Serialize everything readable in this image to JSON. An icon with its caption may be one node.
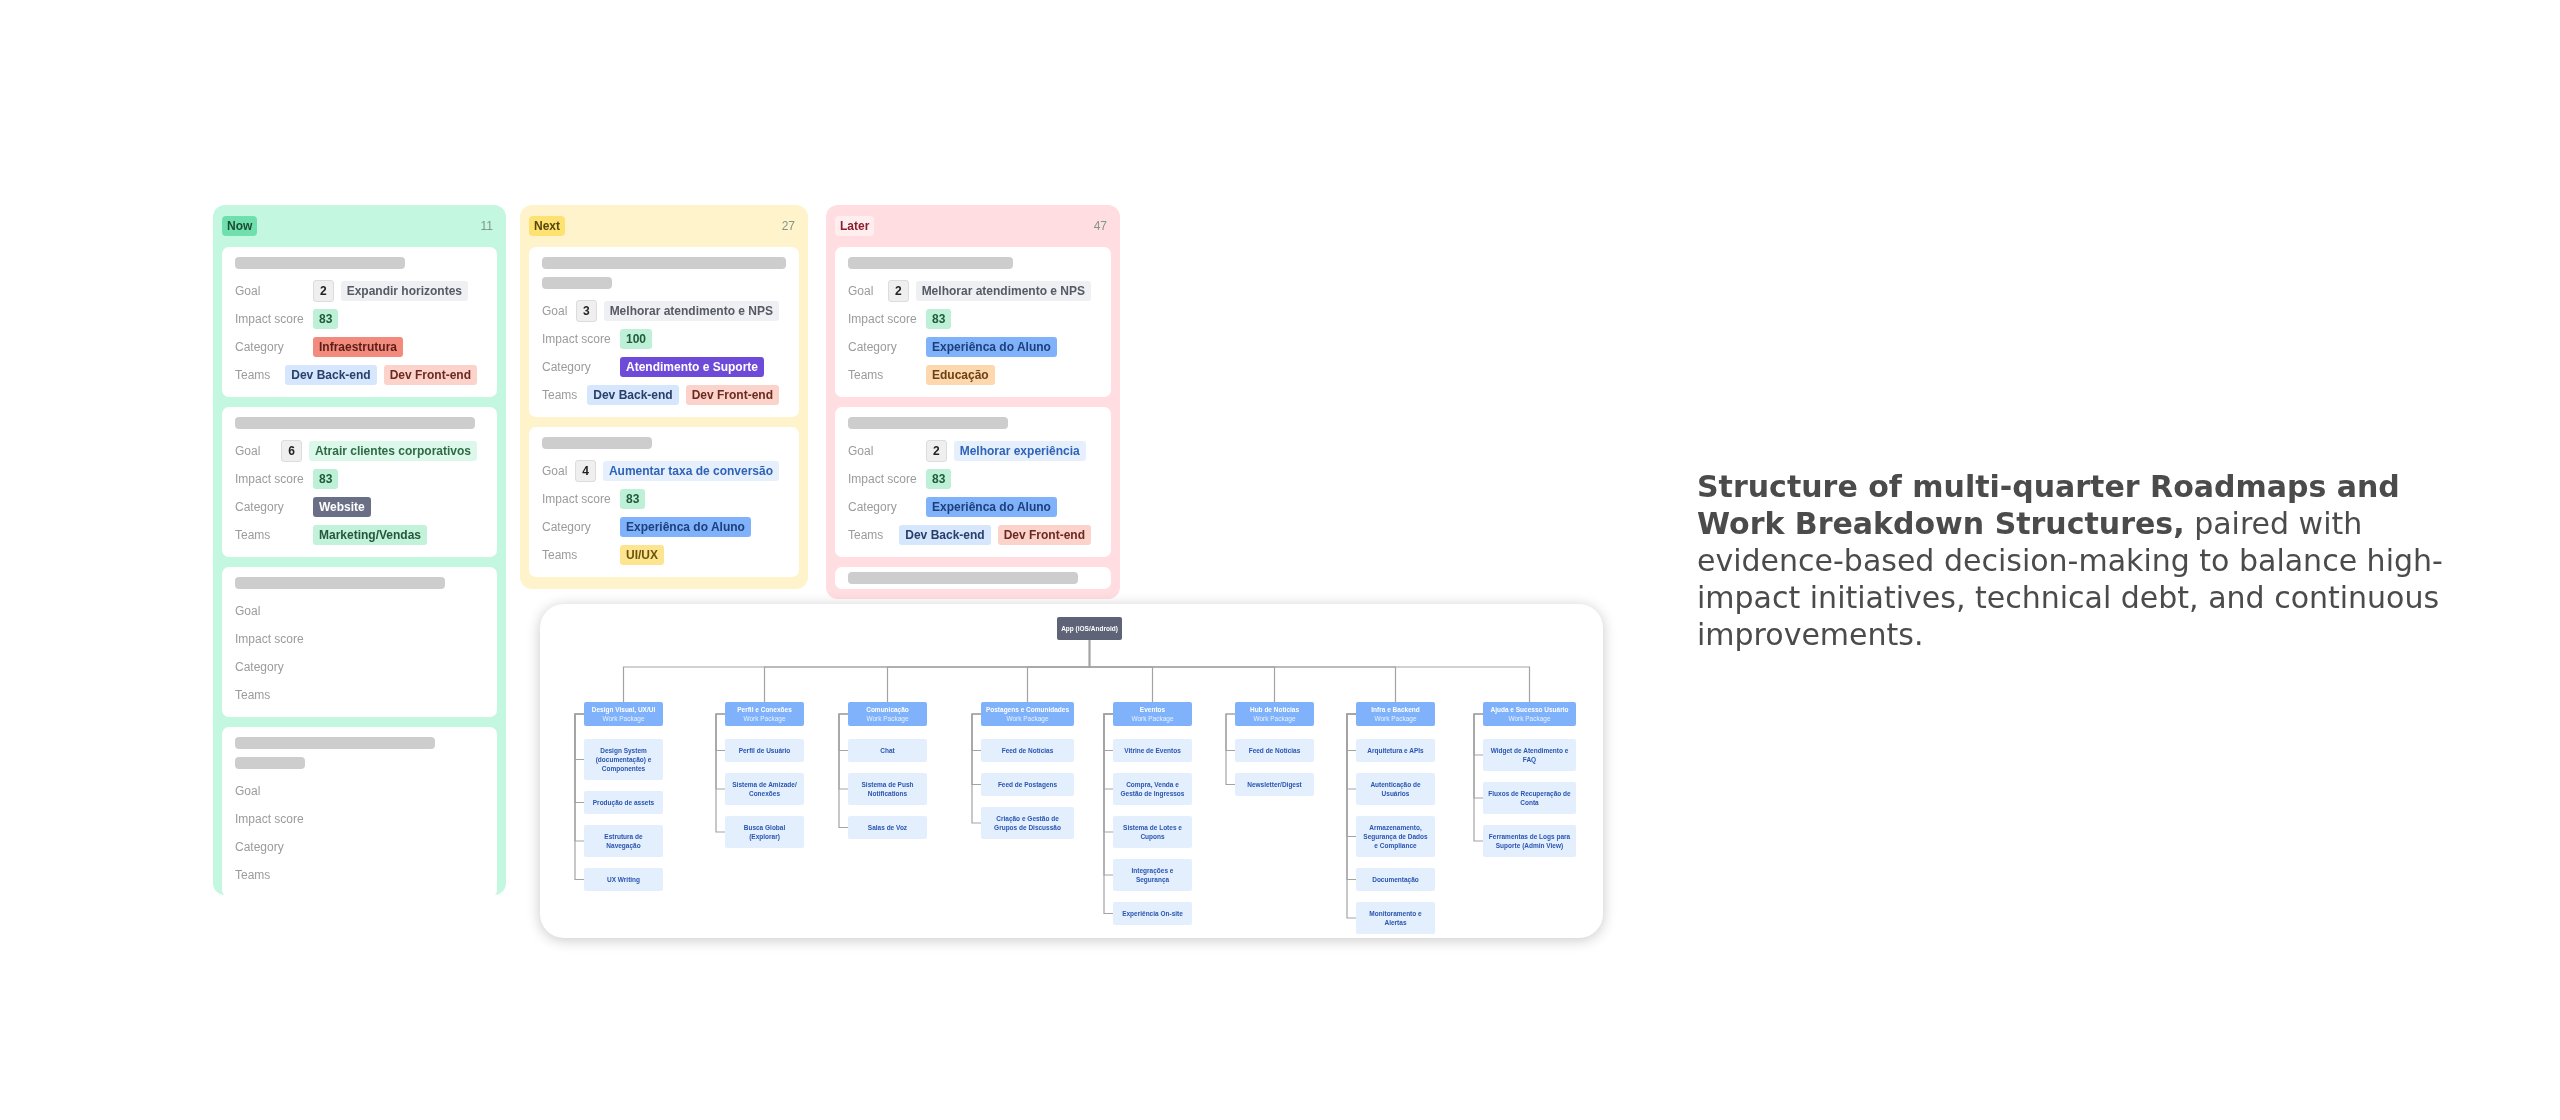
{
  "diagram": {
    "caption": "**Structure of multi-quarter Roadmaps and Work Breakdown Structures,** paired with evidence-based decision-making to balance high-impact initiatives, technical debt, and continuous improvements.",
    "nodes": [
      {
        "text": [
          "Now",
          "11"
        ]
      },
      {
        "text": [
          "Goal",
          "2",
          "Expandir horizontes",
          "Impact score",
          "83",
          "Category",
          "Infraestrutura",
          "Teams",
          "Dev Back-end",
          "Dev Front-end"
        ],
        "in": 0
      },
      {
        "text": [
          "Goal",
          "6",
          "Atrair clientes corporativos",
          "Impact score",
          "83",
          "Category",
          "Website",
          "Teams",
          "Marketing/Vendas"
        ],
        "in": 0
      },
      {
        "text": [
          "Goal",
          "Impact score",
          "Category",
          "Teams"
        ],
        "in": 0
      },
      {
        "text": [
          "Goal",
          "Impact score",
          "Category",
          "Teams"
        ],
        "in": 0
      },
      {
        "text": [
          "Next",
          "27"
        ]
      },
      {
        "text": [
          "Goal",
          "3",
          "Melhorar atendimento e NPS",
          "Impact score",
          "100",
          "Category",
          "Atendimento e Suporte",
          "Teams",
          "Dev Back-end",
          "Dev Front-end"
        ],
        "in": 5
      },
      {
        "text": [
          "Goal",
          "4",
          "Aumentar taxa de conversão",
          "Impact score",
          "83",
          "Category",
          "Experiênca do Aluno",
          "Teams",
          "UI/UX"
        ],
        "in": 5
      },
      {
        "text": [
          "Later",
          "47"
        ]
      },
      {
        "text": [
          "Goal",
          "2",
          "Melhorar atendimento e NPS",
          "Impact score",
          "83",
          "Category",
          "Experiênca do Aluno",
          "Teams",
          "Educação"
        ],
        "in": 8
      },
      {
        "text": [
          "Goal",
          "2",
          "Melhorar experiência",
          "Impact score",
          "83",
          "Category",
          "Experiênca do Aluno",
          "Teams",
          "Dev Back-end",
          "Dev Front-end"
        ],
        "in": 8
      },
      {
        "text": [],
        "shape": "box",
        "in": 8
      },
      {
        "text": [],
        "shape": "box"
      },
      {
        "text": [
          "App (iOS/Android)"
        ],
        "in": 12
      },
      {
        "text": [
          "Design Visual, UX/UI",
          "Work Package"
        ],
        "in": 12
      },
      {
        "text": [
          "Design System (documentação) e Componentes"
        ],
        "in": 12
      },
      {
        "text": [
          "Produção de assets"
        ],
        "in": 12
      },
      {
        "text": [
          "Estrutura de Navegação"
        ],
        "in": 12
      },
      {
        "text": [
          "UX Writing"
        ],
        "in": 12
      },
      {
        "text": [
          "Perfil e Conexões",
          "Work Package"
        ],
        "in": 12
      },
      {
        "text": [
          "Perfil de Usuário"
        ],
        "in": 12
      },
      {
        "text": [
          "Sistema de Amizade/ Conexões"
        ],
        "in": 12
      },
      {
        "text": [
          "Busca Global (Explorar)"
        ],
        "in": 12
      },
      {
        "text": [
          "Comunicação",
          "Work Package"
        ],
        "in": 12
      },
      {
        "text": [
          "Chat"
        ],
        "in": 12
      },
      {
        "text": [
          "Sistema de Push Notifications"
        ],
        "in": 12
      },
      {
        "text": [
          "Salas de Voz"
        ],
        "in": 12
      },
      {
        "text": [
          "Postagens e Comunidades",
          "Work Package"
        ],
        "in": 12
      },
      {
        "text": [
          "Feed de Notícias"
        ],
        "in": 12
      },
      {
        "text": [
          "Feed de Postagens"
        ],
        "in": 12
      },
      {
        "text": [
          "Criação e Gestão de Grupos de Discussão"
        ],
        "in": 12
      },
      {
        "text": [
          "Eventos",
          "Work Package"
        ],
        "in": 12
      },
      {
        "text": [
          "Vitrine de Eventos"
        ],
        "in": 12
      },
      {
        "text": [
          "Compra, Venda e Gestão de Ingressos"
        ],
        "in": 12
      },
      {
        "text": [
          "Sistema de Lotes e Cupons"
        ],
        "in": 12
      },
      {
        "text": [
          "Integrações e Segurança"
        ],
        "in": 12
      },
      {
        "text": [
          "Experiência On-site"
        ],
        "in": 12
      },
      {
        "text": [
          "Hub de Notícias",
          "Work Package"
        ],
        "in": 12
      },
      {
        "text": [
          "Feed de Notícias"
        ],
        "in": 12
      },
      {
        "text": [
          "Newsletter/Digest"
        ],
        "in": 12
      },
      {
        "text": [
          "Infra e Backend",
          "Work Package"
        ],
        "in": 12
      },
      {
        "text": [
          "Arquitetura e APIs"
        ],
        "in": 12
      },
      {
        "text": [
          "Autenticação de Usuários"
        ],
        "in": 12
      },
      {
        "text": [
          "Armazenamento, Segurança de Dados e Compliance"
        ],
        "in": 12
      },
      {
        "text": [
          "Documentação"
        ],
        "in": 12
      },
      {
        "text": [
          "Monitoramento e Alertas"
        ],
        "in": 12
      },
      {
        "text": [
          "Ajuda e Sucesso Usuário",
          "Work Package"
        ],
        "in": 12
      },
      {
        "text": [
          "Widget de Atendimento e FAQ"
        ],
        "in": 12
      },
      {
        "text": [
          "Fluxos de Recuperação de Conta"
        ],
        "in": 12
      },
      {
        "text": [
          "Ferramentas de Logs para Suporte (Admin View)"
        ],
        "in": 12
      }
    ],
    "edges": [
      {
        "from": 13,
        "to": 14,
        "arrow": "none"
      },
      {
        "from": 13,
        "to": 19,
        "arrow": "none"
      },
      {
        "from": 13,
        "to": 23,
        "arrow": "none"
      },
      {
        "from": 13,
        "to": 27,
        "arrow": "none"
      },
      {
        "from": 13,
        "to": 31,
        "arrow": "none"
      },
      {
        "from": 13,
        "to": 37,
        "arrow": "none"
      },
      {
        "from": 13,
        "to": 40,
        "arrow": "none"
      },
      {
        "from": 13,
        "to": 46,
        "arrow": "none"
      },
      {
        "from": 14,
        "to": 15,
        "arrow": "none"
      },
      {
        "from": 14,
        "to": 16,
        "arrow": "none"
      },
      {
        "from": 14,
        "to": 17,
        "arrow": "none"
      },
      {
        "from": 14,
        "to": 18,
        "arrow": "none"
      },
      {
        "from": 19,
        "to": 20,
        "arrow": "none"
      },
      {
        "from": 19,
        "to": 21,
        "arrow": "none"
      },
      {
        "from": 19,
        "to": 22,
        "arrow": "none"
      },
      {
        "from": 23,
        "to": 24,
        "arrow": "none"
      },
      {
        "from": 23,
        "to": 25,
        "arrow": "none"
      },
      {
        "from": 23,
        "to": 26,
        "arrow": "none"
      },
      {
        "from": 27,
        "to": 28,
        "arrow": "none"
      },
      {
        "from": 27,
        "to": 29,
        "arrow": "none"
      },
      {
        "from": 27,
        "to": 30,
        "arrow": "none"
      },
      {
        "from": 31,
        "to": 32,
        "arrow": "none"
      },
      {
        "from": 31,
        "to": 33,
        "arrow": "none"
      },
      {
        "from": 31,
        "to": 34,
        "arrow": "none"
      },
      {
        "from": 31,
        "to": 35,
        "arrow": "none"
      },
      {
        "from": 31,
        "to": 36,
        "arrow": "none"
      },
      {
        "from": 37,
        "to": 38,
        "arrow": "none"
      },
      {
        "from": 37,
        "to": 39,
        "arrow": "none"
      },
      {
        "from": 40,
        "to": 41,
        "arrow": "none"
      },
      {
        "from": 40,
        "to": 42,
        "arrow": "none"
      },
      {
        "from": 40,
        "to": 43,
        "arrow": "none"
      },
      {
        "from": 40,
        "to": 44,
        "arrow": "none"
      },
      {
        "from": 40,
        "to": 45,
        "arrow": "none"
      },
      {
        "from": 46,
        "to": 47,
        "arrow": "none"
      },
      {
        "from": 46,
        "to": 48,
        "arrow": "none"
      },
      {
        "from": 46,
        "to": 49,
        "arrow": "none"
      }
    ]
  }
}
